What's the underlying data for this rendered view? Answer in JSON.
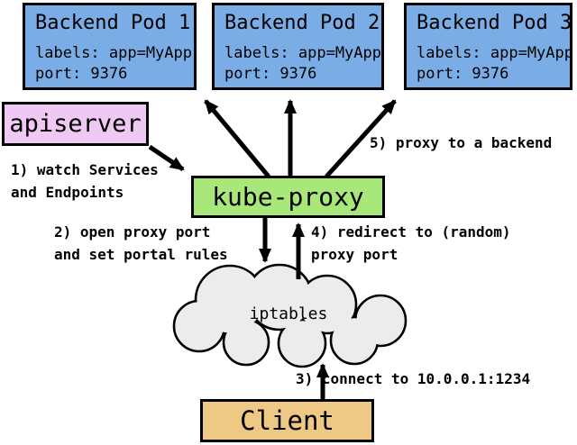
{
  "colors": {
    "background": "#ffffff",
    "border": "#000000",
    "pod_fill": "#7aade6",
    "apiserver_fill": "#efc9f3",
    "kubeproxy_fill": "#a8e87a",
    "client_fill": "#edc985",
    "cloud_fill": "#ececec"
  },
  "pods": [
    {
      "title": "Backend Pod 1",
      "labels": "labels: app=MyApp",
      "port": "port: 9376"
    },
    {
      "title": "Backend Pod 2",
      "labels": "labels: app=MyApp",
      "port": "port: 9376"
    },
    {
      "title": "Backend Pod 3",
      "labels": "labels: app=MyApp",
      "port": "port: 9376"
    }
  ],
  "apiserver": {
    "label": "apiserver"
  },
  "kube_proxy": {
    "label": "kube-proxy"
  },
  "cloud": {
    "label": "iptables"
  },
  "client": {
    "label": "Client"
  },
  "annotations": {
    "step1": "1) watch Services\nand Endpoints",
    "step2": "2) open proxy port\nand set portal rules",
    "step3": "3) connect to 10.0.0.1:1234",
    "step4": "4) redirect to (random)\nproxy port",
    "step5": "5) proxy to a backend"
  }
}
